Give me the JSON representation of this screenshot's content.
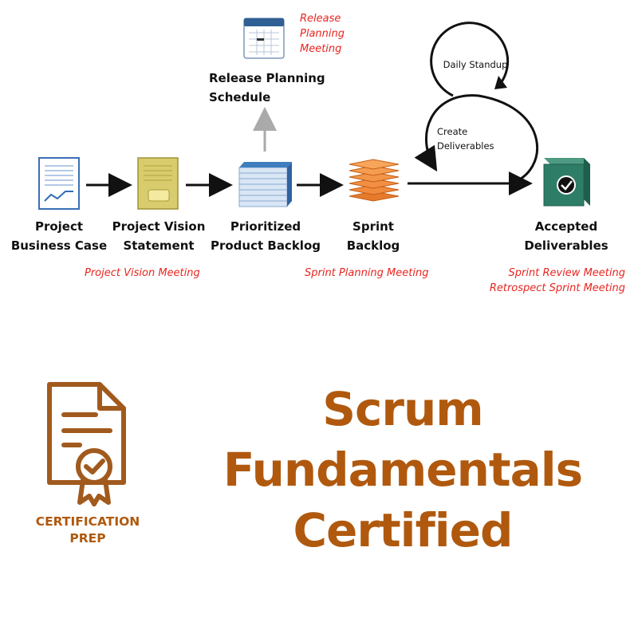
{
  "nodes": {
    "business_case": {
      "line1": "Project",
      "line2": "Business Case",
      "icon": "document-chart-icon"
    },
    "vision": {
      "line1": "Project Vision",
      "line2": "Statement",
      "icon": "vision-statement-icon"
    },
    "backlog": {
      "line1": "Prioritized",
      "line2": "Product Backlog",
      "icon": "backlog-stack-icon"
    },
    "release": {
      "line1": "Release Planning",
      "line2": "Schedule",
      "icon": "calendar-icon"
    },
    "sprint": {
      "line1": "Sprint",
      "line2": "Backlog",
      "icon": "sprint-stack-icon"
    },
    "accepted": {
      "line1": "Accepted",
      "line2": "Deliverables",
      "icon": "deliverable-box-icon"
    }
  },
  "loops": {
    "daily": {
      "line1": "Daily Standup"
    },
    "create": {
      "line1": "Create",
      "line2": "Deliverables"
    }
  },
  "meetings": {
    "release": {
      "line1": "Release",
      "line2": "Planning",
      "line3": "Meeting"
    },
    "vision": {
      "line1": "Project Vision Meeting"
    },
    "sprint_planning": {
      "line1": "Sprint Planning Meeting"
    },
    "review": {
      "line1": "Sprint Review Meeting",
      "line2": "Retrospect Sprint Meeting"
    }
  },
  "badge": {
    "line1": "CERTIFICATION",
    "line2": "PREP",
    "icon": "certificate-icon"
  },
  "title": {
    "line1": "Scrum",
    "line2": "Fundamentals",
    "line3": "Certified"
  },
  "colors": {
    "accent": "#b0590e",
    "meeting": "#e8251f",
    "box": "#2e7d67",
    "backlog_top": "#3f7fbf",
    "sprint": "#f08a3c"
  }
}
